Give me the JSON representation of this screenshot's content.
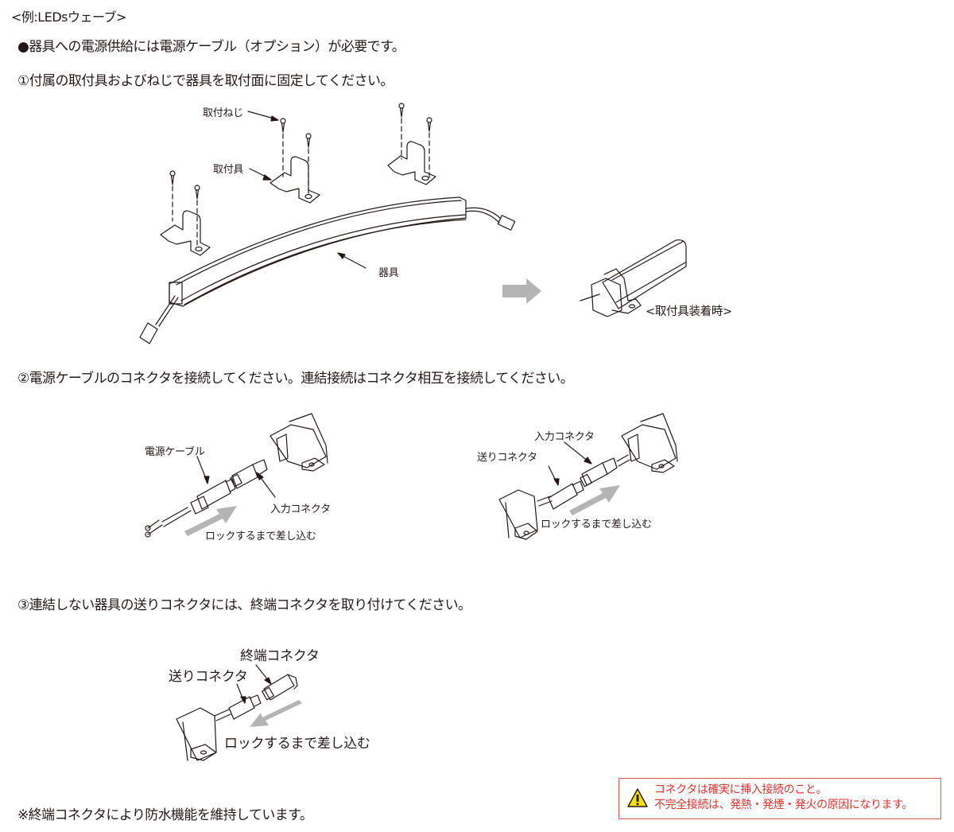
{
  "heading": "<例:LEDsウェーブ>",
  "bullet_note": "●器具への電源供給には電源ケーブル（オプション）が必要です。",
  "steps": [
    {
      "text": "①付属の取付具およびねじで器具を取付面に固定してください。"
    },
    {
      "text": "②電源ケーブルのコネクタを接続してください。連結接続はコネクタ相互を接続してください。"
    },
    {
      "text": "③連結しない器具の送りコネクタには、終端コネクタを取り付けてください。"
    }
  ],
  "figure1": {
    "screw_label": "取付ねじ",
    "bracket_label": "取付具",
    "fixture_label": "器具",
    "installed_caption": "<取付具装着時>"
  },
  "figure2a": {
    "power_cable_label": "電源ケーブル",
    "input_connector_label": "入力コネクタ",
    "insert_label": "ロックするまで差し込む"
  },
  "figure2b": {
    "input_connector_label": "入力コネクタ",
    "output_connector_label": "送りコネクタ",
    "insert_label": "ロックするまで差し込む"
  },
  "figure3": {
    "end_connector_label": "終端コネクタ",
    "output_connector_label": "送りコネクタ",
    "insert_label": "ロックするまで差し込む"
  },
  "footnote": "※終端コネクタにより防水機能を維持しています。",
  "warning": {
    "icon": "warning-triangle-icon",
    "line1": "コネクタは確実に挿入接続のこと。",
    "line2": "不完全接続は、発熱・発煙・発火の原因になります。",
    "border_color": "#d9534f",
    "text_color": "#e0322b",
    "icon_color": "#f5e100"
  },
  "colors": {
    "text": "#231815",
    "arrow_gray": "#b4b4b4"
  }
}
